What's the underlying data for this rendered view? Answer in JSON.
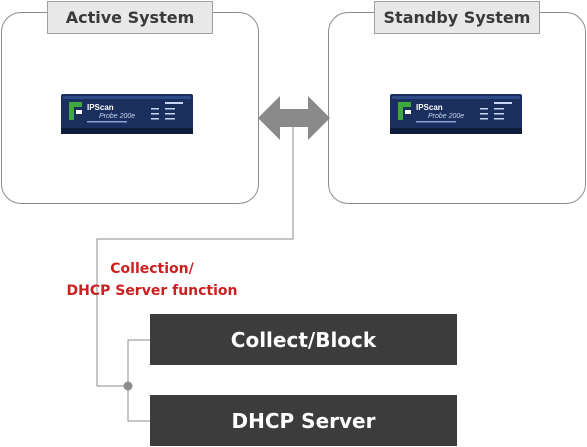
{
  "systems": {
    "active": {
      "label": "Active System",
      "device_brand": "IPScan",
      "device_model": "Probe 200e"
    },
    "standby": {
      "label": "Standby System",
      "device_brand": "IPScan",
      "device_model": "Probe 200e"
    }
  },
  "function_caption": {
    "line1": "Collection/",
    "line2": "DHCP Server function"
  },
  "modules": [
    {
      "label": "Collect/Block"
    },
    {
      "label": "DHCP Server"
    }
  ],
  "colors": {
    "caption": "#cc1f1f",
    "module_fill": "#3c3c3c",
    "arrow": "#8a8a8a",
    "device_body": "#1a2f5e",
    "device_accent": "#3fa93f"
  },
  "icons": {
    "sync_arrow": "double-headed-arrow-icon",
    "device": "network-appliance-icon"
  }
}
